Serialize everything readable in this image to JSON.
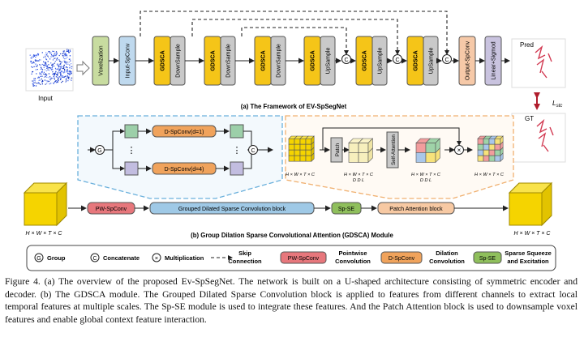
{
  "framework": {
    "input_label": "Input",
    "blocks": [
      "Voxelization",
      "Input-SpConv",
      "GDSCA",
      "DownSample",
      "GDSCA",
      "DownSample",
      "GDSCA",
      "DownSample",
      "GDSCA",
      "UpSample",
      "GDSCA",
      "UpSample",
      "GDSCA",
      "UpSample",
      "Output-SpConv",
      "Linear+Sigmod"
    ],
    "concat_symbol": "C",
    "pred_label": "Pred",
    "gt_label": "GT",
    "loss_label": "L",
    "loss_sub": "stc",
    "title": "(a) The Framework of EV-SpSegNet"
  },
  "gdsca": {
    "group_symbol": "G",
    "concat_symbol": "C",
    "mult_symbol": "×",
    "dsp_conv_1": "D-SpConv(d=1)",
    "dsp_conv_4": "D-SpConv(d=4)",
    "ellipsis": "⋮",
    "patch_label": "Patch",
    "self_attention_label": "Self-Attention",
    "left_dims": "H × W × T × C",
    "right_dims": "H × W × T × C",
    "mid_dims_h": "H",
    "mid_dims_w": "W",
    "mid_dims_t": "T",
    "mid_dims_c": "C",
    "mid_dims_d1": "D",
    "mid_dims_d2": "D",
    "mid_dims_l": "L",
    "small_dims_left": "H × W × T × C",
    "small_dims_right": "H × W × T × C",
    "pw_spconv": "PW-SpConv",
    "gdsc_block": "Grouped Dilated Sparse Convolution  block",
    "sp_se": "Sp-SE",
    "patch_attention": "Patch Attention block",
    "title": "(b) Group Dilation Sparse Convolutional Attention (GDSCA) Module"
  },
  "legend": {
    "group_sym": "G",
    "group": "Group",
    "concat_sym": "C",
    "concat": "Concatenate",
    "mult_sym": "×",
    "mult": "Multiplication",
    "skip_1": "Skip",
    "skip_2": "Connection",
    "pw_box": "PW-SpConv",
    "pw_1": "Pointwise",
    "pw_2": "Convolution",
    "d_box": "D-SpConv",
    "d_1": "Dilation",
    "d_2": "Convolution",
    "se_box": "Sp-SE",
    "se_1": "Sparse Squeeze",
    "se_2": "and Excitation"
  },
  "colors": {
    "gdsca": "#f5c518",
    "sample": "#c9c9c9",
    "voxel": "#c8dca0",
    "input_spconv": "#bfd9ee",
    "output_spconv": "#f6c9a8",
    "linear": "#c9c3df",
    "pw": "#e7777c",
    "dconv": "#f0a35c",
    "gdsc": "#9fc9e6",
    "spse": "#8fbf5c",
    "patch_attn": "#f7c9a3",
    "cube": "#f5d400",
    "blue_dash": "#6ab0dc",
    "orange_dash": "#f0b070",
    "green_square": "#9ccfa9",
    "lav_square": "#c2bde0"
  },
  "caption": "Figure 4. (a) The overview of the proposed Ev-SpSegNet. The network is built on a U-shaped architecture consisting of symmetric encoder and decoder. (b) The GDSCA module. The Grouped Dilated Sparse Convolution block is applied to features from different channels to extract local temporal features at multiple scales. The Sp-SE module is used to integrate these features. And the Patch Attention block is used to downsample voxel features and enable global context feature interaction."
}
